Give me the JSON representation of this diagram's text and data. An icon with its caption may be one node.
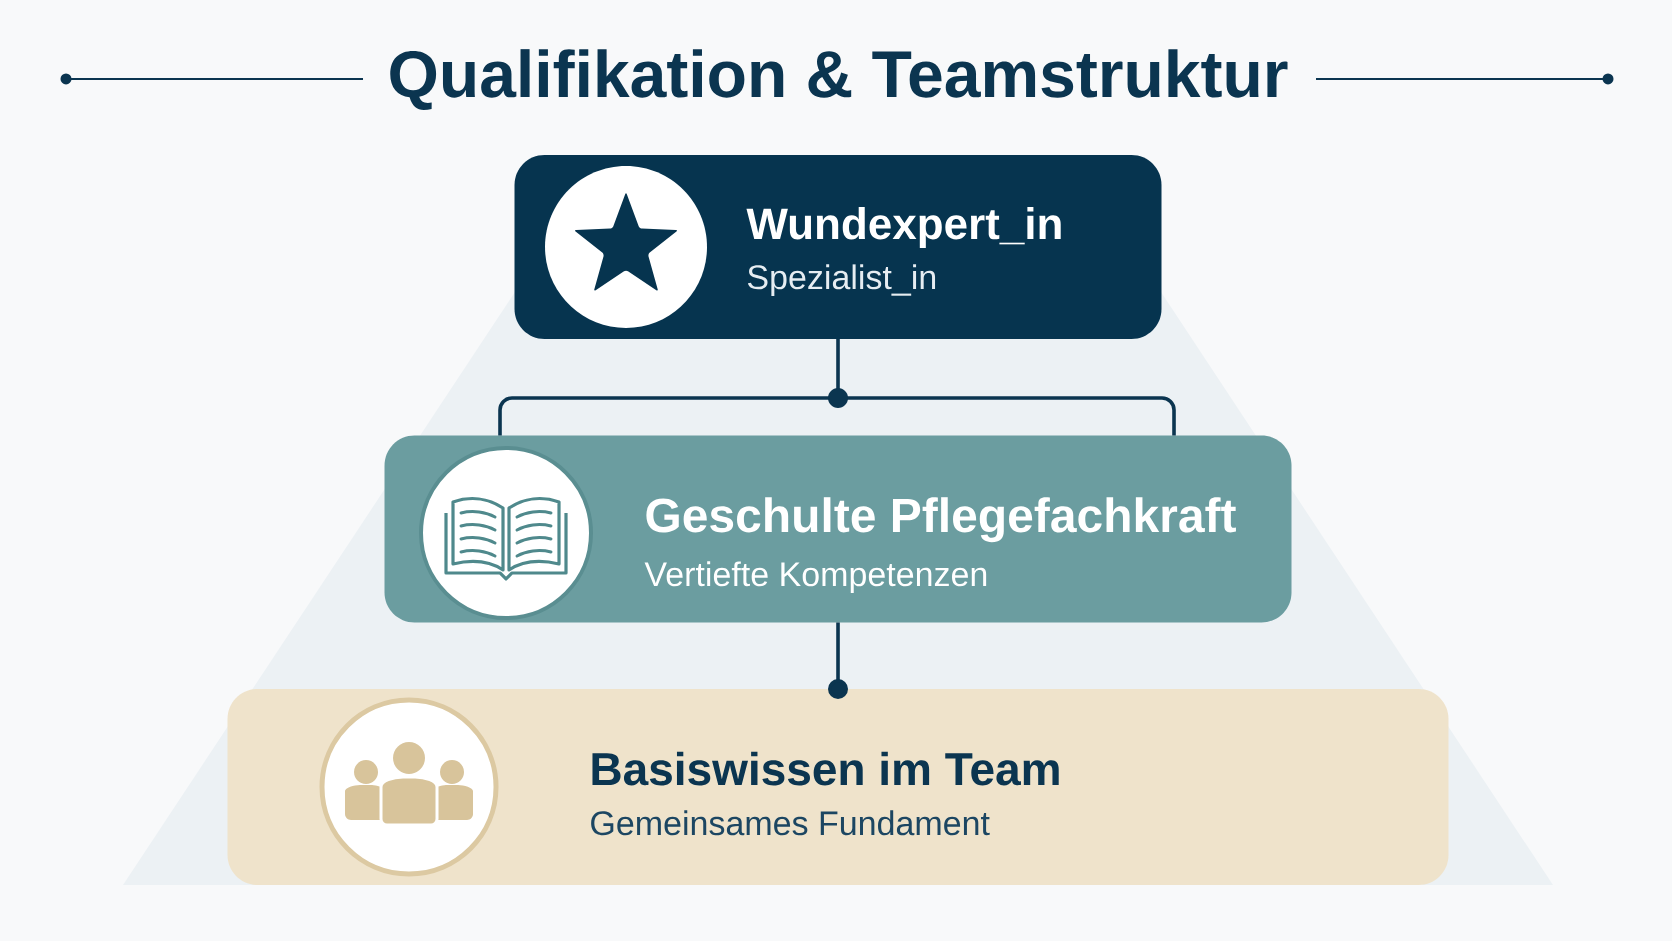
{
  "diagram": {
    "title": "Qualifikation & Teamstruktur",
    "nodes": [
      {
        "text": [
          "Wundexpert_in",
          "Spezialist_in"
        ]
      },
      {
        "text": [
          "Geschulte Pflegefachkraft",
          "Vertiefte Kompetenzen"
        ]
      },
      {
        "text": [
          "Basiswissen im Team",
          "Gemeinsames Fundament"
        ]
      }
    ],
    "edges": [
      {
        "from": 0,
        "to": 1,
        "arrow": "none"
      },
      {
        "from": 1,
        "to": 2,
        "arrow": "other"
      }
    ]
  }
}
